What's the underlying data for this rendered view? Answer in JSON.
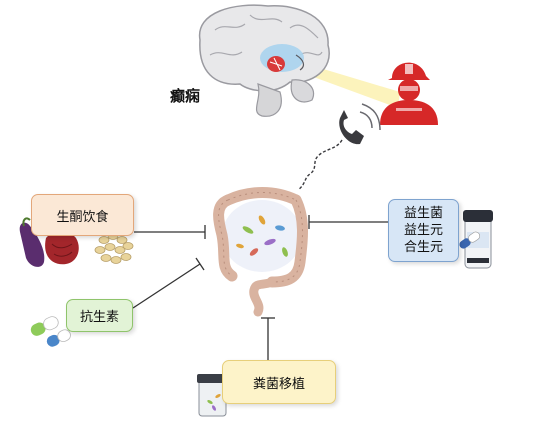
{
  "center_label": "癫痫",
  "keto": {
    "label": "生酮饮食"
  },
  "antibiotic": {
    "label": "抗生素"
  },
  "probiotic": {
    "lines": [
      "益生菌",
      "益生元",
      "合生元"
    ]
  },
  "fmt": {
    "label": "粪菌移植"
  },
  "icons": {
    "brain": "brain-icon",
    "firefighter": "firefighter-icon",
    "phone": "telephone-icon",
    "gut": "intestine-icon",
    "food": "food-icon",
    "capsule": "capsule-icon",
    "bottle": "probiotic-bottle-icon",
    "jar": "stool-jar-icon"
  },
  "colors": {
    "keto_fill": "#fbe8d6",
    "antibiotic_fill": "#e2f3d6",
    "probiotic_fill": "#d7e6f6",
    "fmt_fill": "#fdf3c9",
    "firefighter": "#d62828"
  }
}
